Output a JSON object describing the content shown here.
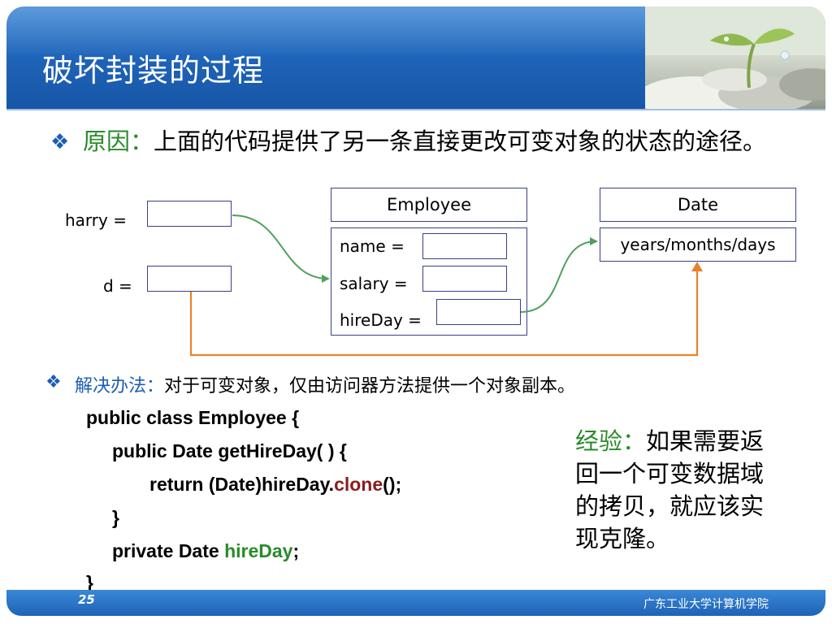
{
  "slide": {
    "title": "破坏封装的过程",
    "page_number": "25",
    "footer_text": "广东工业大学计算机学院"
  },
  "reason": {
    "label": "原因：",
    "text": "上面的代码提供了另一条直接更改可变对象的状态的途径。"
  },
  "diagram": {
    "var_harry": "harry =",
    "var_d": "d =",
    "employee_class": "Employee",
    "date_class": "Date",
    "field_name": "name =",
    "field_salary": "salary =",
    "field_hireday": "hireDay =",
    "date_fields": "years/months/days",
    "colors": {
      "green_arrow": "#4ea05a",
      "orange_arrow": "#e8822a"
    }
  },
  "solution": {
    "label": "解决办法：",
    "text": "对于可变对象，仅由访问器方法提供一个对象副本。"
  },
  "code": {
    "line1": "public class Employee {",
    "line2": "public Date getHireDay( ) {",
    "line3_a": "return (Date)hireDay.",
    "line3_b": "clone",
    "line3_c": "();",
    "line4": "}",
    "line5_a": "private Date ",
    "line5_b": "hireDay",
    "line5_c": ";",
    "line6": "}"
  },
  "experience": {
    "label": "经验：",
    "text": "如果需要返回一个可变数据域的拷贝，就应该实现克隆。"
  },
  "icons": {
    "bullet": "diamond-bullet-icon",
    "photo": "seedling-photo"
  }
}
